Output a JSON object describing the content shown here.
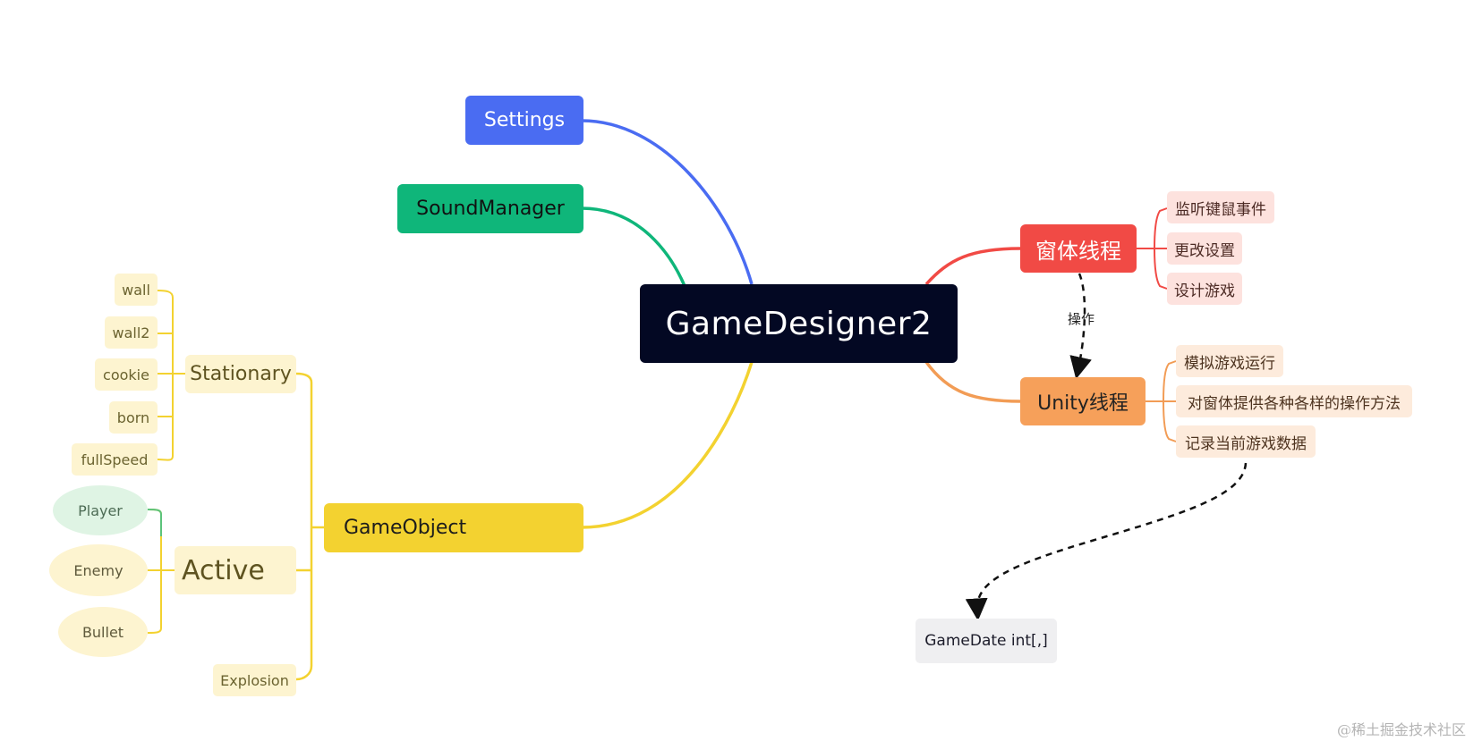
{
  "root": {
    "label": "GameDesigner2"
  },
  "left": {
    "settings": "Settings",
    "sound_manager": "SoundManager",
    "game_object": {
      "label": "GameObject",
      "stationary": {
        "label": "Stationary",
        "items": [
          "wall",
          "wall2",
          "cookie",
          "born",
          "fullSpeed"
        ]
      },
      "active": {
        "label": "Active",
        "items": [
          "Player",
          "Enemy",
          "Bullet"
        ]
      },
      "explosion": "Explosion"
    }
  },
  "right": {
    "window_thread": {
      "label": "窗体线程",
      "items": [
        "监听键鼠事件",
        "更改设置",
        "设计游戏"
      ]
    },
    "operation_label": "操作",
    "unity_thread": {
      "label": "Unity线程",
      "items": [
        "模拟游戏运行",
        "对窗体提供各种各样的操作方法",
        "记录当前游戏数据"
      ]
    },
    "game_data": "GameDate int[,]"
  },
  "watermark": "@稀土掘金技术社区",
  "colors": {
    "root": "#030823",
    "settings": "#4a6cf2",
    "sound_manager": "#0fb67a",
    "game_object": "#f3d230",
    "window_thread": "#f14a45",
    "unity_thread": "#f6a05a",
    "active_player": "#dff4e4"
  }
}
